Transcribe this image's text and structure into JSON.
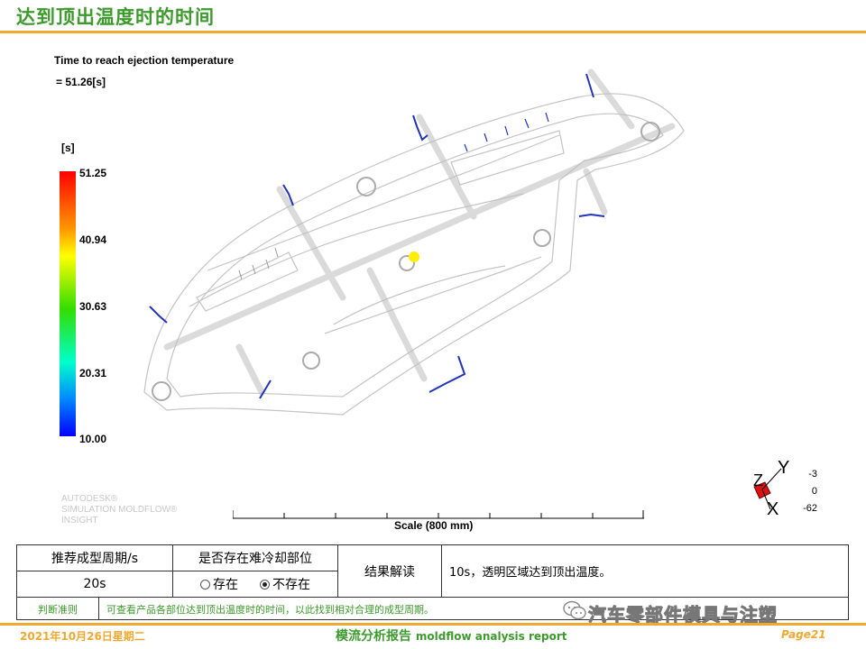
{
  "header": {
    "title": "达到顶出温度时的时间"
  },
  "result": {
    "name": "Time to reach ejection temperature",
    "value": "= 51.26[s]"
  },
  "legend": {
    "unit": "[s]",
    "ticks": [
      "51.25",
      "40.94",
      "30.63",
      "20.31",
      "10.00"
    ]
  },
  "watermark": {
    "line1": "AUTODESK®",
    "line2": "SIMULATION MOLDFLOW®",
    "line3": "INSIGHT"
  },
  "scale": {
    "label": "Scale (800 mm)"
  },
  "triad": {
    "y": "Y",
    "z": "Z",
    "x": "X",
    "values": [
      "-3",
      "0",
      "-62"
    ]
  },
  "table": {
    "col1_header": "推荐成型周期/s",
    "col2_header": "是否存在难冷却部位",
    "col1_value": "20s",
    "radio_yes": "存在",
    "radio_no": "不存在",
    "col3": "结果解读",
    "col4": "10s，透明区域达到顶出温度。",
    "judge_label": "判断准则",
    "judge_text": "可查看产品各部位达到顶出温度时的时间，以此找到相对合理的成型周期。"
  },
  "footer": {
    "date": "2021年10月26日星期二",
    "report_cn": "模流分析报告",
    "report_en": "moldflow analysis report",
    "page": "Page21",
    "wechat": "汽车零部件模具与注塑"
  },
  "colors": {
    "accent_orange": "#f0a830",
    "title_green": "#3d9a2c",
    "cooling_blue": "#2233bb"
  }
}
